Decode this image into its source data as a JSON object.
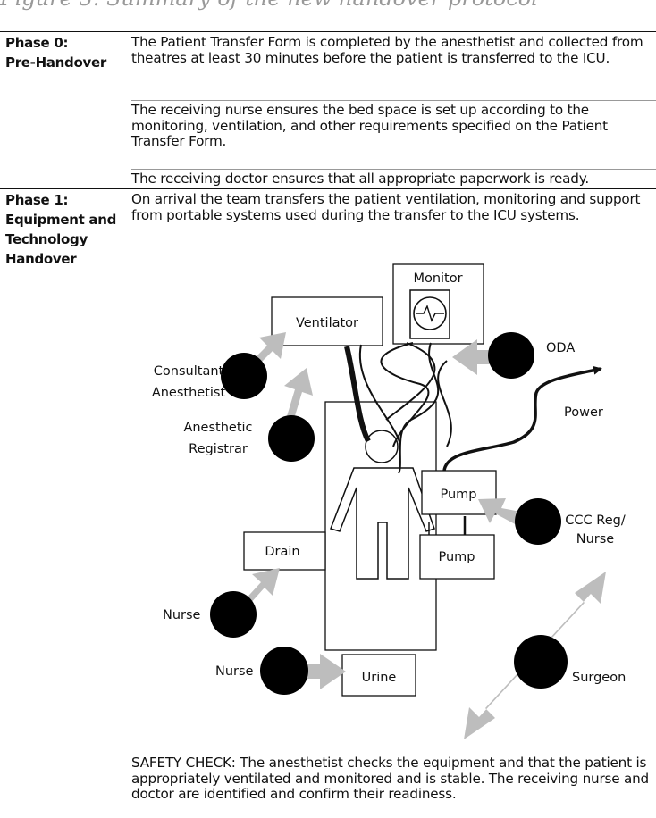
{
  "page_heading": "Figure 3. Summary of the new handover protocol",
  "phase0": {
    "label_line1": "Phase 0:",
    "label_line2": "Pre-Handover",
    "paragraphs": [
      "The Patient Transfer Form is completed by the anesthetist and collected from theatres at least 30 minutes before the patient is transferred to the ICU.",
      "The receiving nurse ensures the bed space is set up according to the monitoring, ventilation, and other requirements specified on the Patient Transfer Form.",
      "The receiving doctor ensures that all appropriate paperwork is ready."
    ]
  },
  "phase1": {
    "label_line1": "Phase 1:",
    "label_line2": "Equipment and",
    "label_line3": "Technology",
    "label_line4": "Handover",
    "intro": "On arrival the team transfers the patient ventilation, monitoring and support from portable systems used during the transfer to the ICU systems.",
    "safety_check": "SAFETY CHECK: The anesthetist checks the equipment and that the patient is appropriately ventilated and monitored and is stable. The receiving nurse and doctor are identified and confirm their readiness."
  },
  "diagram": {
    "equipment": {
      "monitor": "Monitor",
      "ventilator": "Ventilator",
      "pump1": "Pump",
      "pump2": "Pump",
      "drain": "Drain",
      "urine": "Urine",
      "power": "Power"
    },
    "staff": {
      "consultant_line1": "Consultant",
      "consultant_line2": "Anesthetist",
      "registrar_line1": "Anesthetic",
      "registrar_line2": "Registrar",
      "oda": "ODA",
      "ccc_line1": "CCC Reg/",
      "ccc_line2": "Nurse",
      "nurse_drain": "Nurse",
      "nurse_urine": "Nurse",
      "surgeon": "Surgeon"
    },
    "colors": {
      "arrow": "#bdbdbd",
      "staff_circle": "#000000",
      "outline": "#111111"
    }
  }
}
